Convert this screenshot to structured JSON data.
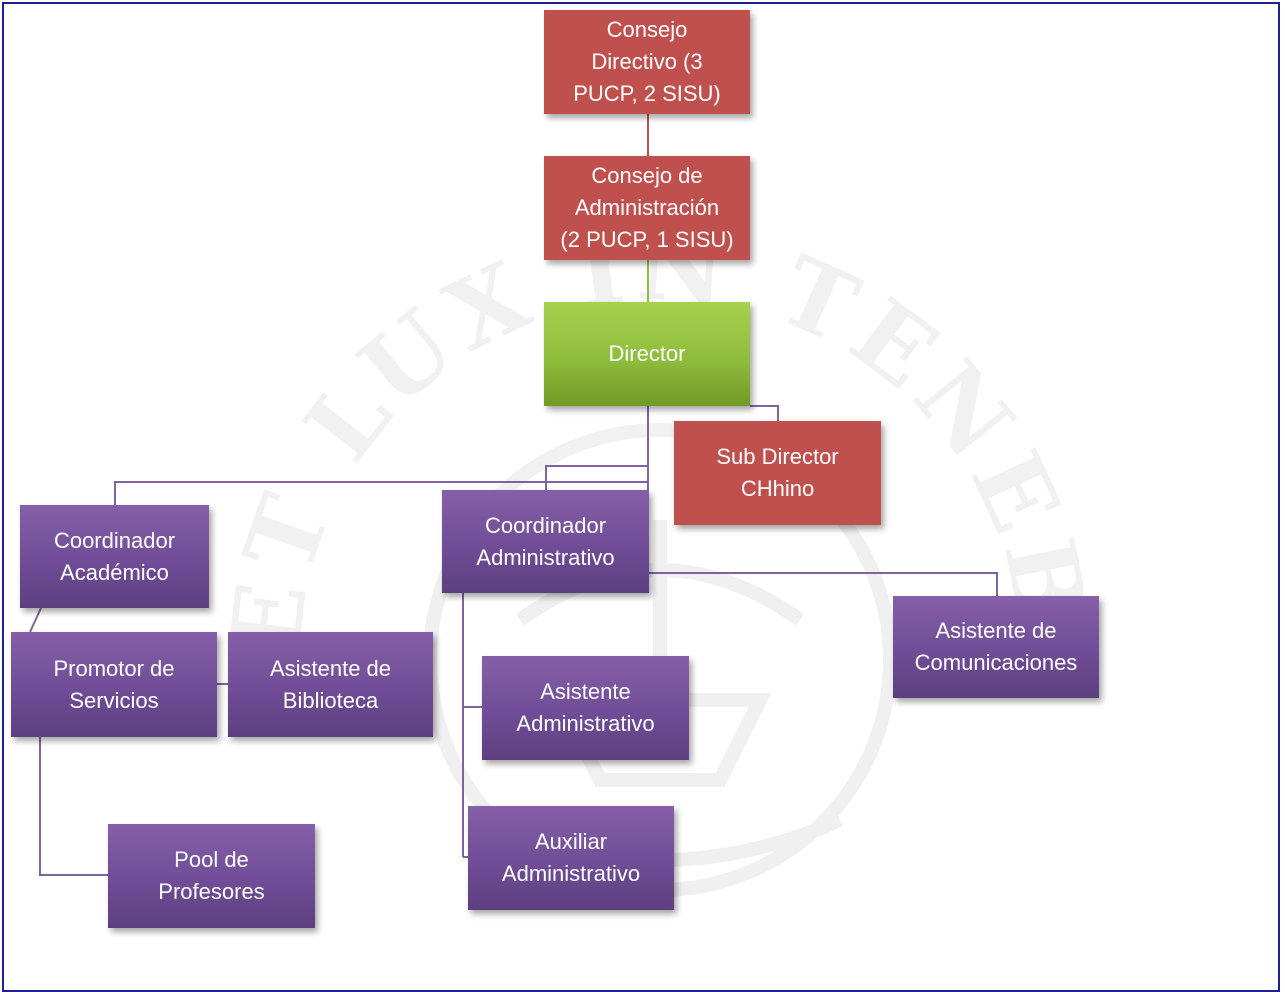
{
  "colors": {
    "frame": "#1f1f8f",
    "red_box": "#c0504d",
    "green_box": "#8fbd3c",
    "purple_box": "#6e4b94",
    "red_line": "#c0504d",
    "green_line": "#8fbd3c",
    "purple_line": "#7f63a1"
  },
  "watermark": {
    "text": "ET LUX IN TENEBRIS LUCET",
    "icon": "pucp-seal"
  },
  "nodes": {
    "consejo_directivo": "Consejo\nDirectivo (3\nPUCP, 2 SISU)",
    "consejo_administracion": "Consejo de\nAdministración\n(2 PUCP, 1 SISU)",
    "director": "Director",
    "sub_director": "Sub Director\nCHhino",
    "coordinador_academico": "Coordinador\nAcadémico",
    "coordinador_administrativo": "Coordinador\nAdministrativo",
    "promotor_servicios": "Promotor de\nServicios",
    "asistente_biblioteca": "Asistente de\nBiblioteca",
    "asistente_comunicaciones": "Asistente de\nComunicaciones",
    "asistente_administrativo": "Asistente\nAdministrativo",
    "auxiliar_administrativo": "Auxiliar\nAdministrativo",
    "pool_profesores": "Pool de\nProfesores"
  }
}
